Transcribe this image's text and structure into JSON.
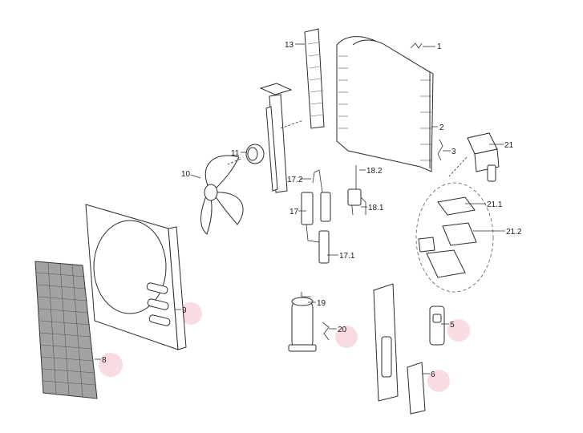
{
  "diagram": {
    "labels": {
      "p1": "1",
      "p2": "2",
      "p3": "3",
      "p5": "5",
      "p6": "6",
      "p8": "8",
      "p9": "9",
      "p10": "10",
      "p11": "11",
      "p13": "13",
      "p17": "17",
      "p17_1": "17.1",
      "p17_2": "17.2",
      "p18_1": "18.1",
      "p18_2": "18.2",
      "p19": "19",
      "p20": "20",
      "p21": "21",
      "p21_1": "21.1",
      "p21_2": "21.2"
    }
  }
}
